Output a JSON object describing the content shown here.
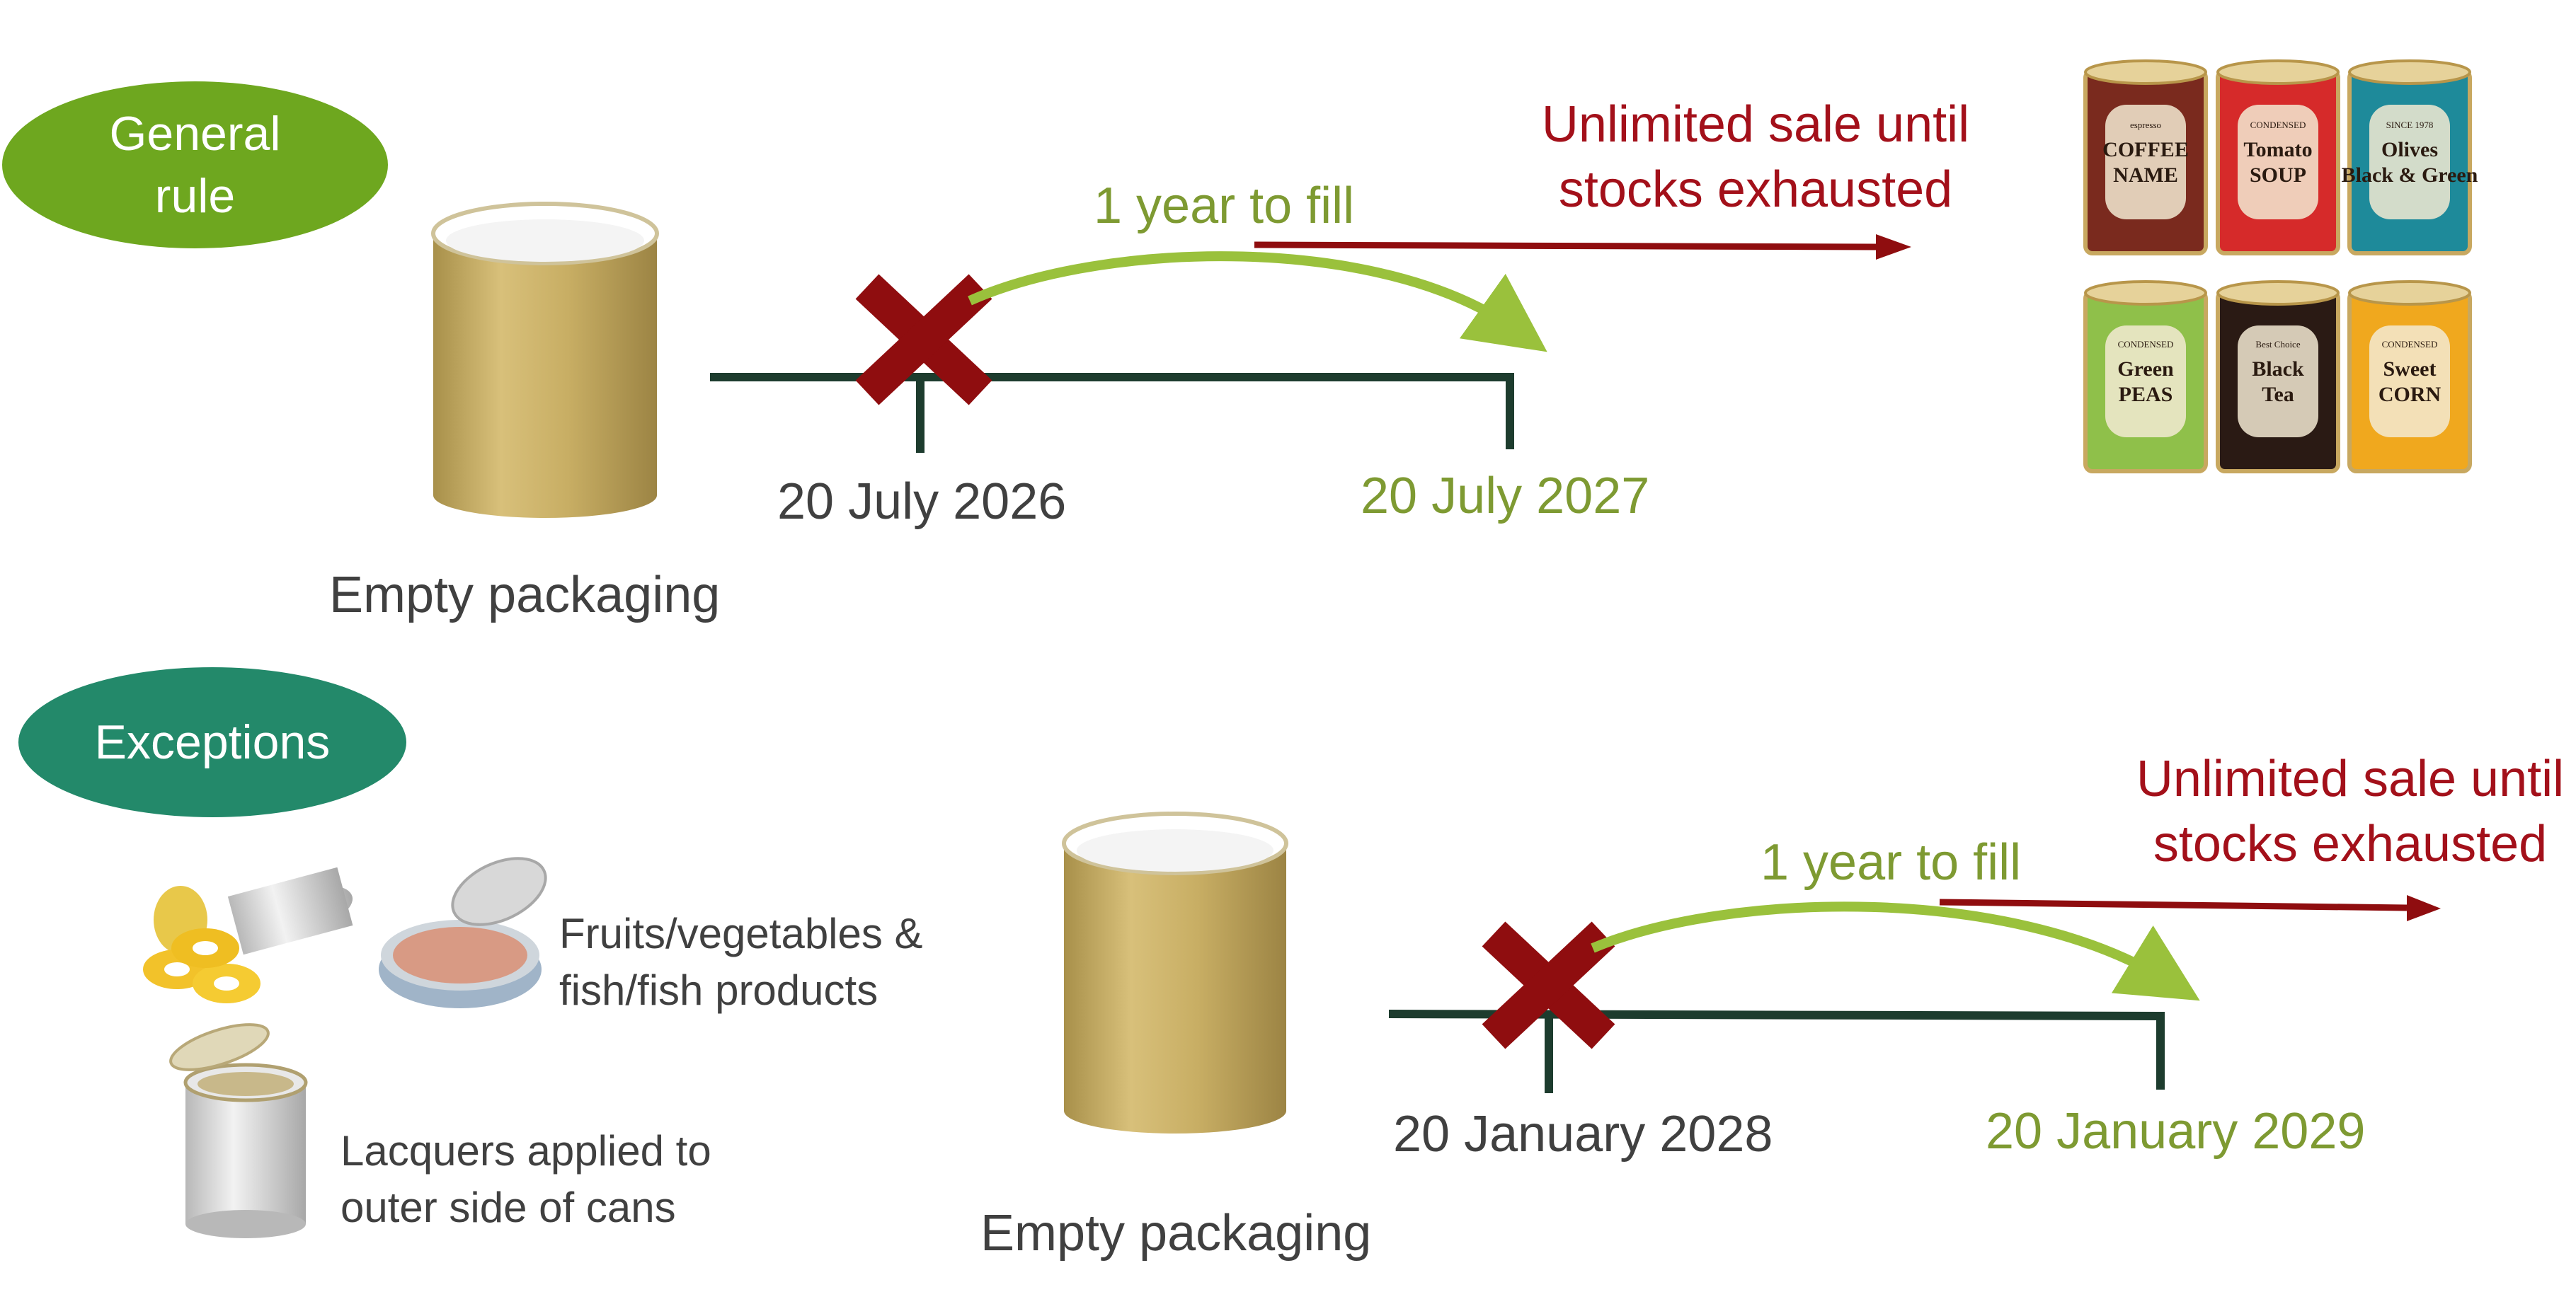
{
  "general": {
    "badge_line1": "General",
    "badge_line2": "rule",
    "packaging_label": "Empty packaging",
    "start_date": "20 July 2026",
    "end_date": "20 July 2027",
    "fill_period": "1 year to fill",
    "sale_line1": "Unlimited sale until",
    "sale_line2": "stocks exhausted"
  },
  "exceptions": {
    "badge": "Exceptions",
    "category1_line1": "Fruits/vegetables &",
    "category1_line2": "fish/fish products",
    "category2_line1": "Lacquers applied to",
    "category2_line2": "outer side of cans",
    "packaging_label": "Empty packaging",
    "start_date": "20 January 2028",
    "end_date": "20 January 2029",
    "fill_period": "1 year to fill",
    "sale_line1": "Unlimited sale until",
    "sale_line2": "stocks exhausted"
  },
  "filled_cans": [
    {
      "line1": "COFFEE",
      "line2": "NAME",
      "line3": "espresso",
      "color": "#7a2a1e"
    },
    {
      "line1": "Tomato",
      "line2": "SOUP",
      "line3": "CONDENSED",
      "color": "#d62a2a"
    },
    {
      "line1": "Olives",
      "line2": "Black & Green",
      "line3": "SINCE 1978",
      "color": "#1e8a9a"
    },
    {
      "line1": "Green",
      "line2": "PEAS",
      "line3": "CONDENSED",
      "color": "#8fc04a"
    },
    {
      "line1": "Black",
      "line2": "Tea",
      "line3": "Best Choice",
      "color": "#2a1a14"
    },
    {
      "line1": "Sweet",
      "line2": "CORN",
      "line3": "CONDENSED",
      "color": "#f0a81e"
    }
  ],
  "colors": {
    "badge_general": "#6ea71f",
    "badge_exceptions": "#23896a",
    "timeline": "#1d3c2e",
    "fill_arc": "#9ac13c",
    "cross": "#8f0d0f",
    "sale_arrow": "#8f0d0f"
  }
}
